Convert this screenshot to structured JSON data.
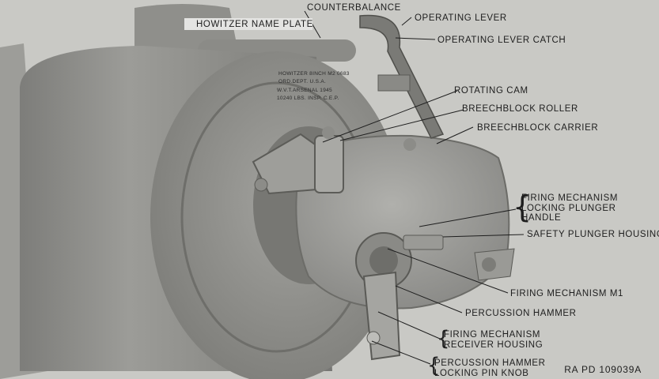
{
  "labels": {
    "counterbalance": "COUNTERBALANCE",
    "howitzer_name_plate": "HOWITZER NAME PLATE",
    "operating_lever": "OPERATING LEVER",
    "operating_lever_catch": "OPERATING LEVER CATCH",
    "rotating_cam": "ROTATING CAM",
    "breechblock_roller": "BREECHBLOCK ROLLER",
    "breechblock_carrier": "BREECHBLOCK CARRIER",
    "firing_mechanism_locking_plunger_handle": [
      "FIRING MECHANISM",
      "LOCKING PLUNGER",
      "HANDLE"
    ],
    "safety_plunger_housing": "SAFETY PLUNGER HOUSING",
    "firing_mechanism_m1": "FIRING MECHANISM M1",
    "percussion_hammer": "PERCUSSION HAMMER",
    "firing_mechanism_receiver_housing": [
      "FIRING MECHANISM",
      "RECEIVER HOUSING"
    ],
    "percussion_hammer_locking_pin_knob": [
      "PERCUSSION HAMMER",
      "LOCKING PIN KNOB"
    ]
  },
  "name_plate": {
    "lines": [
      "HOWITZER 8INCH M2 0683",
      "ORD.DEPT.      U.S.A.",
      "W.V.T.ARSENAL   1945",
      "10240 LBS.      INSP. C.E.P."
    ]
  },
  "figure_id": "RA PD 109039A",
  "colors": {
    "background": "#c9c9c5",
    "metal_dark": "#6a6a68",
    "metal_mid": "#8e8e8b",
    "metal_light": "#b4b4b0",
    "text": "#1e1e1e"
  }
}
